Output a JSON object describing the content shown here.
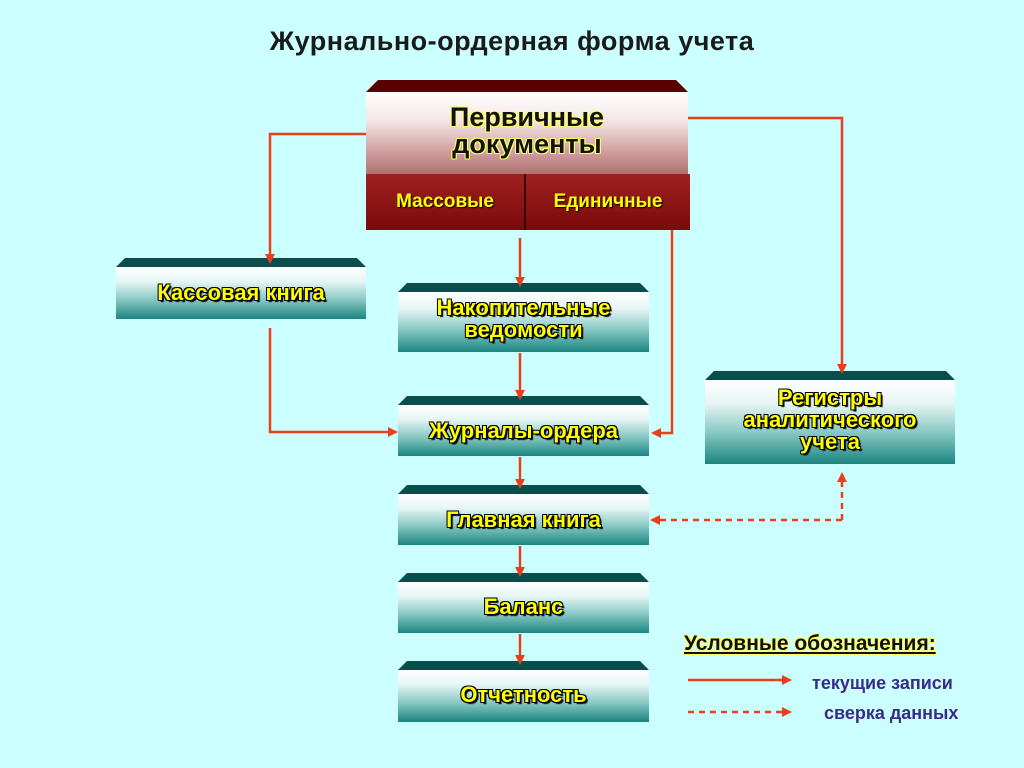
{
  "title": "Журнально-ордерная форма учета",
  "primary": {
    "line1": "Первичные",
    "line2": "документы",
    "left_label": "Массовые",
    "right_label": "Единичные"
  },
  "boxes": {
    "cash_book": "Кассовая книга",
    "accum_1": "Накопительные",
    "accum_2": "ведомости",
    "journals": "Журналы-ордера",
    "registers_1": "Регистры",
    "registers_2": "аналитического",
    "registers_3": "учета",
    "general_ledger": "Главная книга",
    "balance": "Баланс",
    "reporting": "Отчетность"
  },
  "legend": {
    "title": "Условные обозначения:",
    "solid_label": "текущие записи",
    "dashed_label": "сверка данных"
  },
  "colors": {
    "background": "#ccffff",
    "arrow": "#e8401c",
    "box_text": "#ffff00",
    "primary_dark": "#7a0a0a"
  }
}
